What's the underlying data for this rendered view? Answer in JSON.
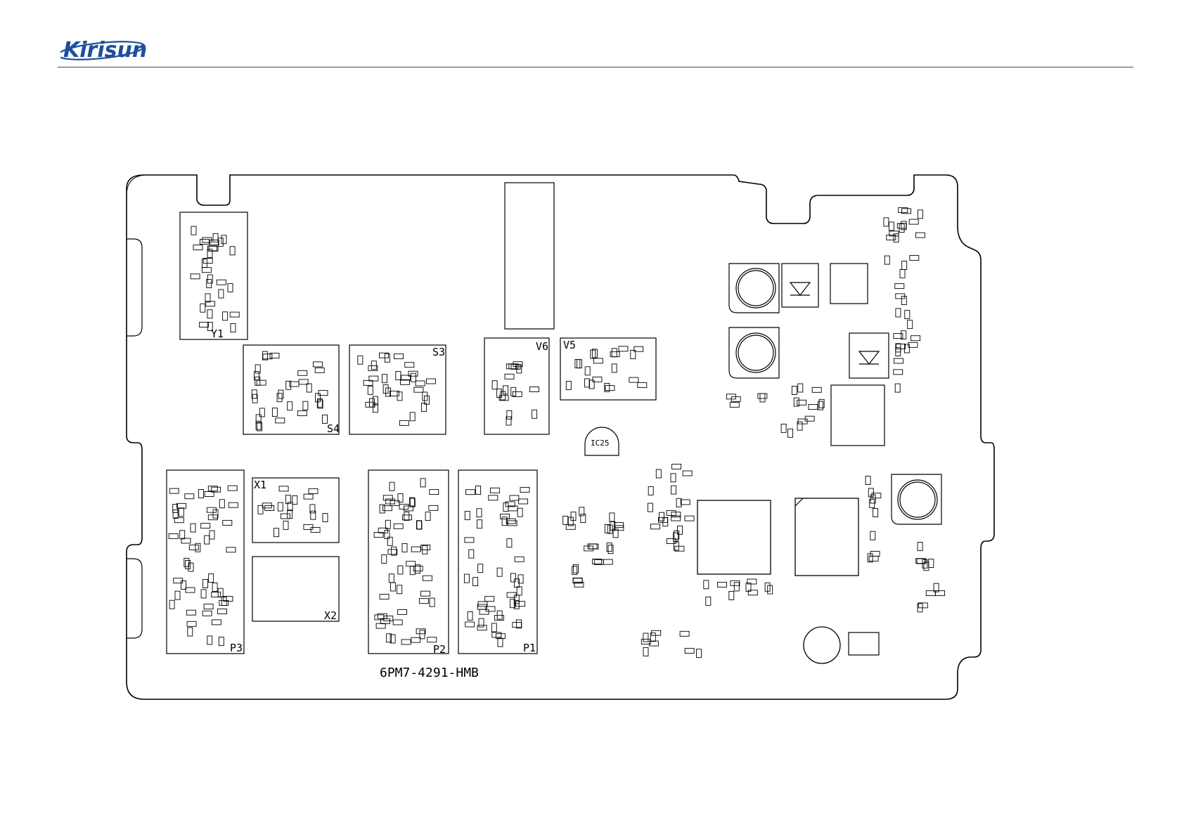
{
  "logo": {
    "text": "Kirisun",
    "color": "#1c4f9c"
  },
  "board": {
    "part_number": "6PM7-4291-HMB",
    "outline_color": "#000000",
    "blocks": [
      {
        "label": "Y1"
      },
      {
        "label": "S4"
      },
      {
        "label": "S3"
      },
      {
        "label": "V6"
      },
      {
        "label": "V5"
      },
      {
        "label": "X1"
      },
      {
        "label": "X2"
      },
      {
        "label": "P3"
      },
      {
        "label": "P2"
      },
      {
        "label": "P1"
      }
    ],
    "standalone_labels": {
      "ic25": "IC25"
    }
  }
}
